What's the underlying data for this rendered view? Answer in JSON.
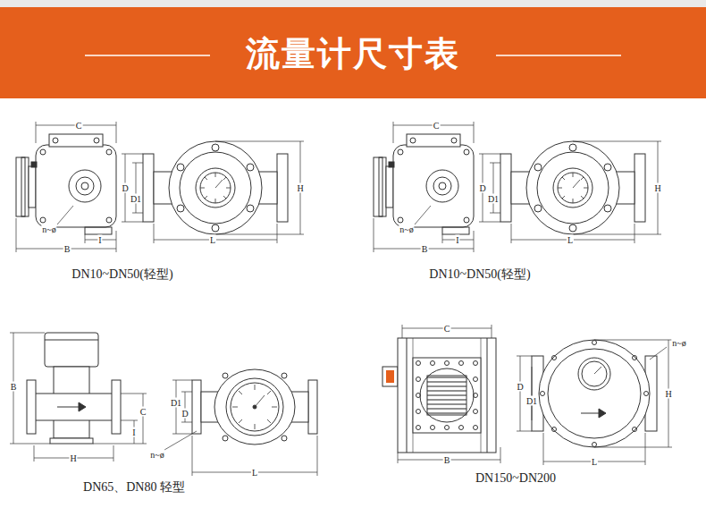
{
  "diagram": {
    "title": "流量计尺寸表",
    "labels": [
      "C",
      "n~ø",
      "B",
      "I",
      "D",
      "D1",
      "L",
      "H",
      "DN10~DN50(轻型)",
      "C",
      "n~ø",
      "B",
      "I",
      "D",
      "D1",
      "L",
      "H",
      "DN10~DN50(轻型)",
      "B",
      "H",
      "C",
      "I",
      "D1",
      "D",
      "n~ø",
      "L",
      "DN65、DN80 轻型",
      "C",
      "B",
      "n~ø",
      "D1",
      "D",
      "H",
      "L",
      "DN150~DN200"
    ]
  }
}
